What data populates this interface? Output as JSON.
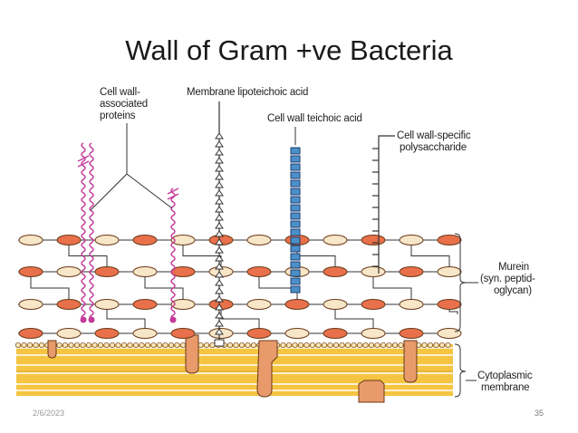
{
  "slide": {
    "title": "Wall of Gram +ve Bacteria",
    "date": "2/6/2023",
    "page_number": "35"
  },
  "diagram": {
    "labels": {
      "cell_wall_proteins": [
        "Cell wall-",
        "associated",
        "proteins"
      ],
      "lipoteichoic": "Membrane lipoteichoic acid",
      "teichoic": "Cell wall teichoic acid",
      "polysaccharide": [
        "Cell wall-specific",
        "polysaccharide"
      ],
      "murein": [
        "Murein",
        "(syn. peptid-",
        "oglycan)"
      ],
      "cytoplasmic": [
        "Cytoplasmic",
        "membrane"
      ]
    },
    "colors": {
      "red_sugar": "#e8704a",
      "beige_sugar": "#f7e6c8",
      "outline": "#6b3a1a",
      "teichoic_fill": "#4a90c8",
      "membrane_yellow": "#f5c542",
      "protein_orange": "#e89a6a",
      "wavy": "#c43a9a"
    }
  }
}
